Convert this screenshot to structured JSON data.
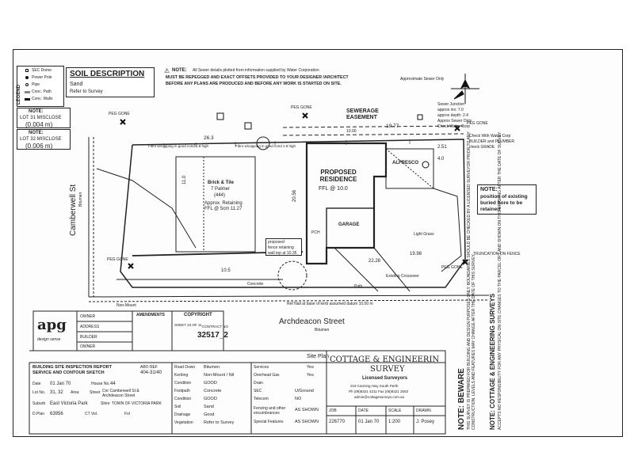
{
  "legend": {
    "title": "LEGEND",
    "items": [
      "SEC Dome",
      "Power Pole",
      "Pipe",
      "Conc. Path",
      "Conc. Walls"
    ]
  },
  "soil": {
    "title": "SOIL DESCRIPTION",
    "value": "Sand",
    "note": "Refer to Survey"
  },
  "miscloses": [
    {
      "label": "NOTE:",
      "lot": "LOT 31 MISCLOSE",
      "value": "(0.004 m)"
    },
    {
      "label": "NOTE:",
      "lot": "LOT 32 MISCLOSE",
      "value": "(0.006 m)"
    }
  ],
  "top_note": {
    "heading": "NOTE:",
    "line1": "All Sewer details plotted from information supplied by Water Corporation",
    "line2": "MUST BE REPEGGED AND EXACT OFFSETS PROVIDED TO YOUR DESIGNER /ARCHITECT",
    "line3": "BEFORE ANY PLANS ARE PRODUCED AND BEFORE ANY WORK IS STARTED ON SITE."
  },
  "sewer_corp_note": "Approximate Sewer Only",
  "sewer_junction": {
    "title": "Sewer Junction",
    "lines": [
      "approx inv: 7.0",
      "approx depth: 2.4",
      "Approx Sewer Only",
      "Check Water Corp"
    ]
  },
  "water_meter_note": {
    "lines": [
      "Check With Water Corp",
      "BUILDER and PLUMBER",
      "check GRADE"
    ]
  },
  "sewerage_easement": "SEWERAGE EASEMENT",
  "street_left": {
    "name": "Camberwell St",
    "sub": "Bitumen"
  },
  "street_bottom": {
    "name": "Archdeacon Street",
    "sub": "Bitumen"
  },
  "residence": {
    "title": "PROPOSED RESIDENCE",
    "ffl": "FFL @ 10.0"
  },
  "alfresco": "ALFRESCO",
  "garage": "GARAGE",
  "porch": "PCH",
  "existing_house": {
    "lines": [
      "Brick & Tile",
      "7 Palmer",
      "(444)",
      "Approx. Retaining",
      "FFL @ 5cm 11.27"
    ]
  },
  "retaining_wall": {
    "lines": [
      "proposed",
      "fence retaining",
      "wall top at 10.35"
    ]
  },
  "position_note": {
    "heading": "NOTE:",
    "text": "position of existing buried bore to be retained"
  },
  "peg_labels": [
    "PEG GONE",
    "PEG GONE",
    "PEG GONE",
    "PEG GONE",
    "PEG GONE"
  ],
  "dims": {
    "top": "26.3",
    "right_top": "19.77",
    "easement": "10.00",
    "bottom1": "19.98",
    "bottom2": "22.28",
    "side1": "20.56",
    "side2": "11.0",
    "dia": "10.5",
    "setback": "2.51",
    "setback2": "4.0"
  },
  "labels_misc": {
    "fence": "Fibro w/capping in good cond 1.8 high",
    "shed": "Fibro w/capping in good cond 1.8 high",
    "light_grass": "Light Grass",
    "concrete": "Concrete",
    "path": "Path",
    "drive": "Existing Crossover",
    "truncation": "TRUNCATION ON FENCE",
    "non_mount": "Non-Mount",
    "rl_note": "Ref Nail at base of kerb assumed datum 10.00 m"
  },
  "title_block": {
    "logo": "apg",
    "logo_sub": "design sense",
    "fields": [
      "OWNER",
      "ADDRESS",
      "BUILDER",
      "OWNER"
    ],
    "amendments": "AMENDMENTS",
    "copyright": "COPYRIGHT",
    "contract_label": "CONTRACT NO",
    "contract_no": "32517_2",
    "sheet": "SHEET 23 OF 11",
    "site_plan": "Site Plan"
  },
  "report": {
    "title1": "BUILDING SITE INSPECTION REPORT",
    "title2": "SERVICE AND CONTOUR SKETCH",
    "ref_label": "ABO REF",
    "ref": "404-31/40",
    "date_label": "Date",
    "date": "01 Jan 70",
    "house_label": "House No.",
    "house": "44",
    "lot_label": "Lot No.",
    "lot": "31, 32",
    "area_label": "Area",
    "street_label": "Street",
    "street": "Cnr Camberwell St & Archdeacon Street",
    "suburb_label": "Suburb",
    "suburb": "East Victoria Park",
    "shire_label": "Shire",
    "shire": "TOWN OF VICTORIA PARK",
    "dplan_label": "D.Plan",
    "dplan": "63956",
    "cert_label": "CT Vol.",
    "folio_label": "Fol",
    "rows": [
      {
        "k": "Road Down",
        "v": "Bitumen"
      },
      {
        "k": "Kerbing",
        "v": "Non-Mount / Nil"
      },
      {
        "k": "Condition",
        "v": "GOOD"
      },
      {
        "k": "Footpath",
        "v": "Concrete"
      },
      {
        "k": "Condition",
        "v": "GOOD"
      },
      {
        "k": "Soil",
        "v": "Sand"
      },
      {
        "k": "Drainage",
        "v": "Good"
      },
      {
        "k": "Vegetation",
        "v": "Refer to Survey"
      }
    ],
    "services": [
      {
        "k": "Services",
        "v": "Yes"
      },
      {
        "k": "Overhead Gas",
        "v": "Yes"
      },
      {
        "k": "Drain",
        "v": ""
      },
      {
        "k": "SEC",
        "v": "U/Ground"
      },
      {
        "k": "Telecom",
        "v": "NO"
      },
      {
        "k": "Fencing and other encumbrances",
        "v": "AS SHOWN"
      },
      {
        "k": "Special Features",
        "v": "AS SHOWN"
      }
    ]
  },
  "company": {
    "name1": "COTTAGE & ENGINEERIN",
    "name2": "SURVEY",
    "sub": "Licensed Surveyors",
    "addr": "219 Canning Hwy South Perth",
    "phone": "Ph (08)9321 4211  Fax (08)9321 2503",
    "email": "admin@cottagesurveys.com.au"
  },
  "job": {
    "job_label": "JOB",
    "job": "226770",
    "date_label": "DATE",
    "date": "01 Jan 70",
    "scale_label": "SCALE",
    "scale": "1:200",
    "drawn_label": "DRAWN",
    "drawn": "J. Posey"
  },
  "beware": {
    "heading": "NOTE: BEWARE",
    "text": "THIS SURVEY IS PREPARED FOR BUILDING AND DESIGN PURPOSES ONLY. BOUNDARIES SHOULD BE CHECKED BY A LICENSED SURVEYOR PRIOR TO ANY CONSTRUCTION. LEVELS AND FEATURES MAY CHANGE AFTER THE DATE OF THIS SURVEY."
  },
  "beware2": {
    "heading": "NOTE: COTTAGE & ENGINEERING SURVEYS",
    "text": "ACCEPTS NO RESPONSIBILITY FOR ANY PHYSICAL ON SITE CHANGES TO THE PARCEL OR LAND SHOWN ON THIS DRAWING AFTER THE DATE OF SURVEY."
  },
  "colors": {
    "ink": "#1a1a1a",
    "paper": "#fdfdfd"
  }
}
